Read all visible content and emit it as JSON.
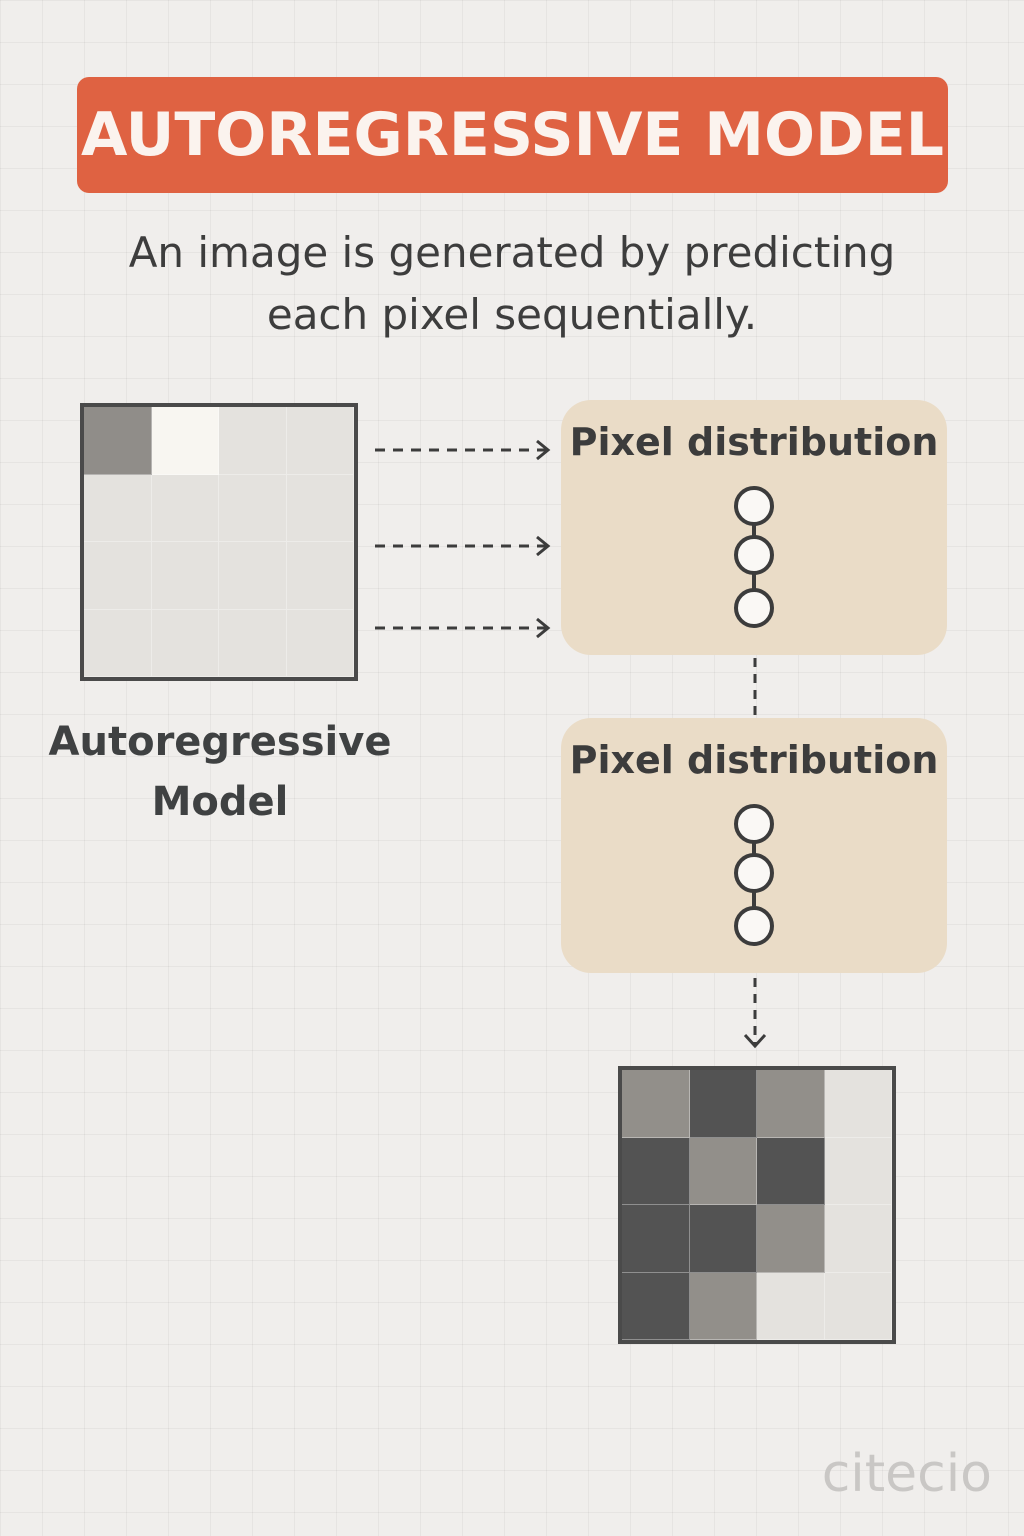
{
  "title": "AUTOREGRESSIVE MODEL",
  "subtitle": {
    "line1": "An image is generated by predicting",
    "line2": "each pixel sequentially."
  },
  "input_image": {
    "label_line1": "Autoregressive",
    "label_line2": "Model",
    "cells": [
      "#908d89",
      "#f8f6f1",
      "#e4e2de",
      "#e4e2de",
      "#e4e2de",
      "#e4e2de",
      "#e4e2de",
      "#e4e2de",
      "#e4e2de",
      "#e4e2de",
      "#e4e2de",
      "#e4e2de",
      "#e4e2de",
      "#e4e2de",
      "#e4e2de",
      "#e4e2de"
    ]
  },
  "distribution_boxes": [
    {
      "title": "Pixel distribution",
      "nodes": 3
    },
    {
      "title": "Pixel distribution",
      "nodes": 3
    }
  ],
  "output_image": {
    "cells": [
      "#928f8a",
      "#535353",
      "#928f8a",
      "#e4e2de",
      "#535353",
      "#928f8a",
      "#535353",
      "#e4e2de",
      "#535353",
      "#535353",
      "#928f8a",
      "#e4e2de",
      "#535353",
      "#928f8a",
      "#e4e2de",
      "#e4e2de"
    ]
  },
  "colors": {
    "accent": "#df6242",
    "box_fill": "#eadcc7",
    "line": "#3c3c3c",
    "background": "#f0eeec"
  },
  "watermark": "citecio"
}
